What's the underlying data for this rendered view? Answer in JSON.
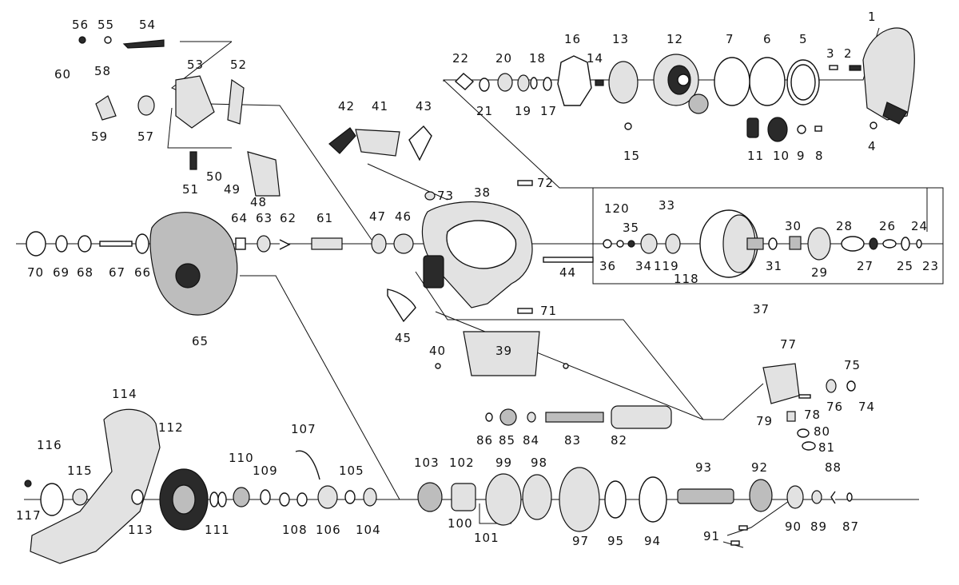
{
  "diagram": {
    "labels": [
      "1",
      "2",
      "3",
      "4",
      "5",
      "6",
      "7",
      "8",
      "9",
      "10",
      "11",
      "12",
      "13",
      "14",
      "15",
      "16",
      "17",
      "18",
      "19",
      "20",
      "21",
      "22",
      "23",
      "24",
      "25",
      "26",
      "27",
      "28",
      "29",
      "30",
      "31",
      "33",
      "34",
      "35",
      "36",
      "37",
      "38",
      "39",
      "40",
      "41",
      "42",
      "43",
      "44",
      "45",
      "46",
      "47",
      "48",
      "49",
      "50",
      "51",
      "52",
      "53",
      "54",
      "55",
      "56",
      "57",
      "58",
      "59",
      "60",
      "61",
      "62",
      "63",
      "64",
      "65",
      "66",
      "67",
      "68",
      "69",
      "70",
      "71",
      "72",
      "73",
      "74",
      "75",
      "76",
      "77",
      "78",
      "79",
      "80",
      "81",
      "82",
      "83",
      "84",
      "85",
      "86",
      "87",
      "88",
      "89",
      "90",
      "91",
      "92",
      "93",
      "94",
      "95",
      "97",
      "98",
      "99",
      "100",
      "101",
      "102",
      "103",
      "104",
      "105",
      "106",
      "107",
      "108",
      "109",
      "110",
      "111",
      "112",
      "113",
      "114",
      "115",
      "116",
      "117",
      "118",
      "119",
      "120"
    ],
    "colors": {
      "line": "#111111",
      "dark_fill": "#2a2a2a",
      "grey_fill": "#bdbdbd",
      "light_fill": "#e2e2e2",
      "background": "#ffffff"
    }
  }
}
